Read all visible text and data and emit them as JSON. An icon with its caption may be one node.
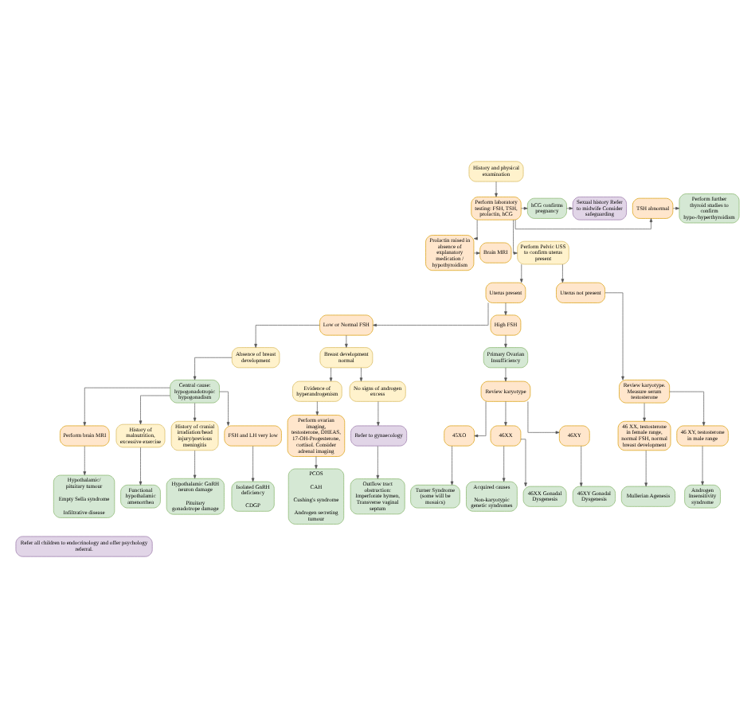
{
  "diagram": {
    "nodes": [
      {
        "text": [
          "History and physical examination"
        ]
      },
      {
        "text": [
          "Perform laboratory testing: FSH, TSH, prolactin, hCG"
        ]
      },
      {
        "text": [
          "TSH abnormal"
        ]
      },
      {
        "text": [
          "Perform further thyroid studies to confirm hypo-/hyperthyroidism"
        ]
      },
      {
        "text": [
          "hCG confirms pregnancy"
        ]
      },
      {
        "text": [
          "Sexual history Refer to midwife Consider safeguarding"
        ]
      },
      {
        "text": [
          "Prolactin raised in absence of explanatory medication / hypothyroidism"
        ]
      },
      {
        "text": [
          "Brain MRI"
        ]
      },
      {
        "text": [
          "Perform Pelvic USS to confirm uterus present"
        ]
      },
      {
        "text": [
          "Uterus present"
        ]
      },
      {
        "text": [
          "Uterus not present"
        ]
      },
      {
        "text": [
          "Low or Normal FSH"
        ]
      },
      {
        "text": [
          "High FSH"
        ]
      },
      {
        "text": [
          "Review karyotype. Measure serum testosterone"
        ]
      },
      {
        "text": [
          "Absence of breast development"
        ]
      },
      {
        "text": [
          "Breast development normal"
        ]
      },
      {
        "text": [
          "Central cause: hypogonadotropic hypogonadism"
        ]
      },
      {
        "text": [
          "Perform brain MRI"
        ]
      },
      {
        "text": [
          "History of malnutrition, excessive exercise"
        ]
      },
      {
        "text": [
          "History of cranial irradiation/head injury/previous meningitis"
        ]
      },
      {
        "text": [
          "FSH and LH very low"
        ]
      },
      {
        "text": [
          "Evidence of hyperandrogenism"
        ]
      },
      {
        "text": [
          "No signs of androgen excess"
        ]
      },
      {
        "text": [
          "Perform ovarian imaging, testosterone, DHEAS, 17-OH-Progesterone, cortisol. Consider adrenal imaging"
        ]
      },
      {
        "text": [
          "Refer to gynaecology"
        ]
      },
      {
        "text": [
          "Primary Ovarian Insufficiency"
        ]
      },
      {
        "text": [
          "Review karyotype"
        ]
      },
      {
        "text": [
          "45XO"
        ]
      },
      {
        "text": [
          "46XX"
        ]
      },
      {
        "text": [
          "46XY"
        ]
      },
      {
        "text": [
          "46 XX, testosterone in female range, normal FSH, normal breast development"
        ]
      },
      {
        "text": [
          "46 XY, testosterone in male range"
        ]
      },
      {
        "text": [
          "Hypothalamic/ pituitary tumour",
          "Empty Sella syndrome",
          "Infiltrative disease"
        ]
      },
      {
        "text": [
          "Functional hypothalamic amenorrhea"
        ]
      },
      {
        "text": [
          "Hypothalamic GnRH neuron damage",
          "Pituitary gonadotrope damage"
        ]
      },
      {
        "text": [
          "Isolated GnRH deficiency",
          "CDGP"
        ]
      },
      {
        "text": [
          "PCOS",
          "CAH",
          "Cushing's syndrome",
          "Androgen secreting tumour"
        ]
      },
      {
        "text": [
          "Outflow tract obstruction: Imperforate hymen, Transverse vaginal septum"
        ]
      },
      {
        "text": [
          "Turner Syndrome (some will be mosaics)"
        ]
      },
      {
        "text": [
          "Acquired causes",
          "Non-karyotypic genetic syndromes"
        ]
      },
      {
        "text": [
          "46XX Gonadal Dysgenesis"
        ]
      },
      {
        "text": [
          "46XY Gonadal Dysgenesis"
        ]
      },
      {
        "text": [
          "Mullerian Agenesis"
        ]
      },
      {
        "text": [
          "Androgen Insensitivity syndrome"
        ]
      },
      {
        "text": [
          "Refer all children to endocrinology and offer psychology referral."
        ]
      }
    ],
    "edges": [
      {
        "from": 0,
        "to": 1,
        "arrow": "to"
      },
      {
        "from": 1,
        "to": 2,
        "arrow": "to"
      },
      {
        "from": 2,
        "to": 3,
        "arrow": "to"
      },
      {
        "from": 1,
        "to": 4,
        "arrow": "to"
      },
      {
        "from": 4,
        "to": 5,
        "arrow": "to"
      },
      {
        "from": 1,
        "to": 6,
        "arrow": "to"
      },
      {
        "from": 6,
        "to": 7,
        "arrow": "to"
      },
      {
        "from": 1,
        "to": 8,
        "arrow": "to"
      },
      {
        "from": 8,
        "to": 9,
        "arrow": "to"
      },
      {
        "from": 8,
        "to": 10,
        "arrow": "to"
      },
      {
        "from": 9,
        "to": 11,
        "arrow": "to"
      },
      {
        "from": 9,
        "to": 12,
        "arrow": "to"
      },
      {
        "from": 11,
        "to": 14,
        "arrow": "to"
      },
      {
        "from": 11,
        "to": 15,
        "arrow": "to"
      },
      {
        "from": 14,
        "to": 16,
        "arrow": "to"
      },
      {
        "from": 16,
        "to": 17,
        "arrow": "to"
      },
      {
        "from": 16,
        "to": 18,
        "arrow": "to"
      },
      {
        "from": 16,
        "to": 19,
        "arrow": "to"
      },
      {
        "from": 16,
        "to": 20,
        "arrow": "to"
      },
      {
        "from": 15,
        "to": 21,
        "arrow": "to"
      },
      {
        "from": 15,
        "to": 22,
        "arrow": "to"
      },
      {
        "from": 21,
        "to": 23,
        "arrow": "to"
      },
      {
        "from": 22,
        "to": 24,
        "arrow": "to"
      },
      {
        "from": 12,
        "to": 25,
        "arrow": "to"
      },
      {
        "from": 25,
        "to": 26,
        "arrow": "to"
      },
      {
        "from": 26,
        "to": 27,
        "arrow": "to"
      },
      {
        "from": 26,
        "to": 28,
        "arrow": "to"
      },
      {
        "from": 26,
        "to": 29,
        "arrow": "to"
      },
      {
        "from": 10,
        "to": 13,
        "arrow": "to"
      },
      {
        "from": 13,
        "to": 30,
        "arrow": "to"
      },
      {
        "from": 13,
        "to": 31,
        "arrow": "to"
      },
      {
        "from": 17,
        "to": 32,
        "arrow": "to"
      },
      {
        "from": 18,
        "to": 33,
        "arrow": "to"
      },
      {
        "from": 19,
        "to": 34,
        "arrow": "to"
      },
      {
        "from": 20,
        "to": 35,
        "arrow": "to"
      },
      {
        "from": 23,
        "to": 36,
        "arrow": "to"
      },
      {
        "from": 24,
        "to": 37,
        "arrow": "to"
      },
      {
        "from": 27,
        "to": 38,
        "arrow": "to"
      },
      {
        "from": 28,
        "to": 39,
        "arrow": "to"
      },
      {
        "from": 28,
        "to": 40,
        "arrow": "to"
      },
      {
        "from": 29,
        "to": 41,
        "arrow": "to"
      },
      {
        "from": 30,
        "to": 42,
        "arrow": "to"
      },
      {
        "from": 31,
        "to": 43,
        "arrow": "to"
      }
    ]
  }
}
